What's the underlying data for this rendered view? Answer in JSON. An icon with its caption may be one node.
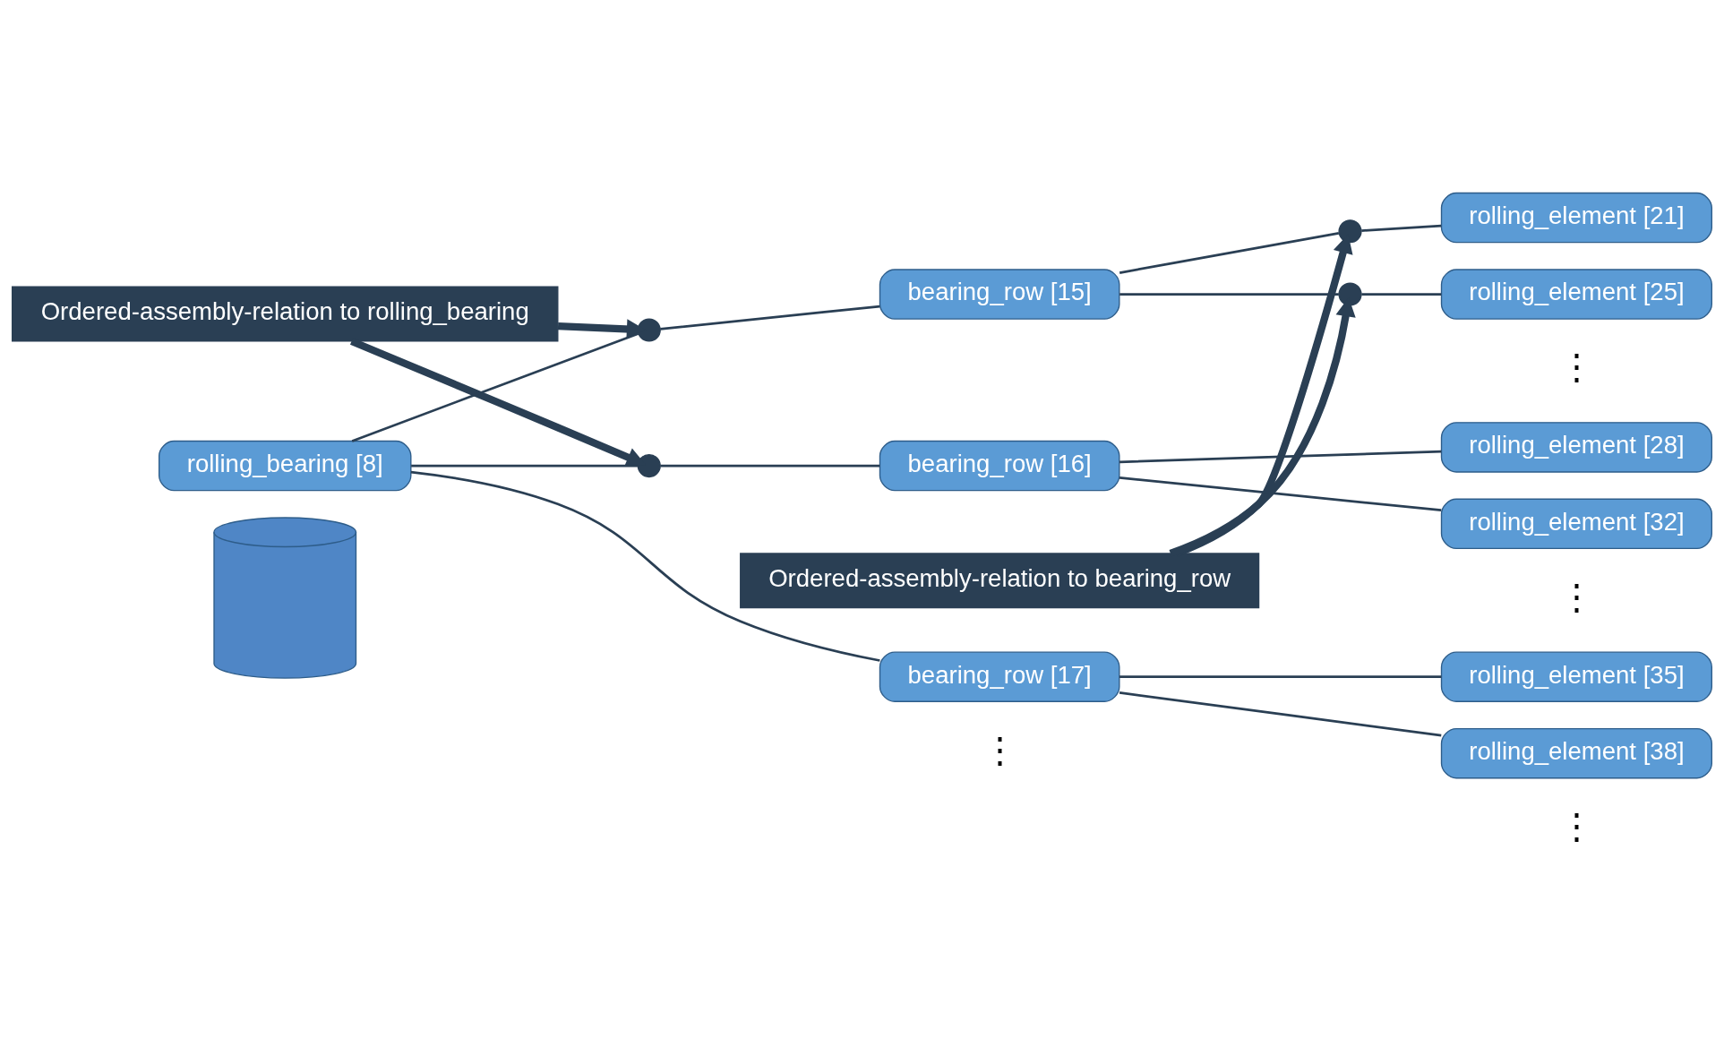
{
  "diagram": {
    "nodes": [
      {
        "text": [],
        "shape": "cylinder"
      },
      {
        "text": [
          "Ordered-assembly-relation to rolling_bearing"
        ]
      },
      {
        "text": [
          "Ordered-assembly-relation to bearing_row"
        ]
      },
      {
        "text": [
          "rolling_bearing [8]"
        ]
      },
      {
        "text": [],
        "shape": "circle"
      },
      {
        "text": [],
        "shape": "circle"
      },
      {
        "text": [
          "bearing_row [15]"
        ]
      },
      {
        "text": [
          "bearing_row [16]"
        ]
      },
      {
        "text": [
          "bearing_row [17]"
        ]
      },
      {
        "text": [],
        "shape": "circle"
      },
      {
        "text": [],
        "shape": "circle"
      },
      {
        "text": [
          "rolling_element [21]"
        ]
      },
      {
        "text": [
          "rolling_element [25]"
        ]
      },
      {
        "text": [
          "rolling_element [28]"
        ]
      },
      {
        "text": [
          "rolling_element [32]"
        ]
      },
      {
        "text": [
          "rolling_element [35]"
        ]
      },
      {
        "text": [
          "rolling_element [38]"
        ]
      }
    ],
    "edges": [
      {
        "from": 3,
        "to": 4,
        "arrow": "none"
      },
      {
        "from": 4,
        "to": 6,
        "arrow": "none"
      },
      {
        "from": 3,
        "to": 5,
        "arrow": "none"
      },
      {
        "from": 5,
        "to": 7,
        "arrow": "none"
      },
      {
        "from": 3,
        "to": 8,
        "arrow": "none"
      },
      {
        "from": 6,
        "to": 9,
        "arrow": "none"
      },
      {
        "from": 9,
        "to": 11,
        "arrow": "none"
      },
      {
        "from": 6,
        "to": 10,
        "arrow": "none"
      },
      {
        "from": 10,
        "to": 12,
        "arrow": "none"
      },
      {
        "from": 7,
        "to": 13,
        "arrow": "none"
      },
      {
        "from": 7,
        "to": 14,
        "arrow": "none"
      },
      {
        "from": 8,
        "to": 15,
        "arrow": "none"
      },
      {
        "from": 8,
        "to": 16,
        "arrow": "none"
      },
      {
        "from": 1,
        "to": 4,
        "arrow": "to",
        "style": "thick"
      },
      {
        "from": 1,
        "to": 5,
        "arrow": "to",
        "style": "thick"
      },
      {
        "from": 2,
        "to": 9,
        "arrow": "to",
        "style": "thick"
      },
      {
        "from": 2,
        "to": 10,
        "arrow": "to",
        "style": "thick"
      }
    ],
    "labels": [
      "⋮",
      "⋮",
      "⋮",
      "⋮"
    ]
  }
}
